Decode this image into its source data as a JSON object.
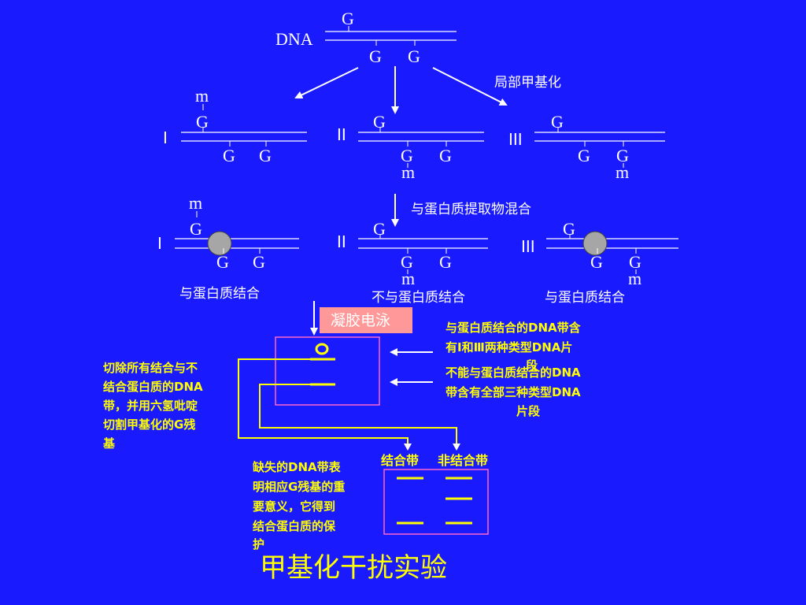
{
  "top": {
    "label": "DNA",
    "g": "G"
  },
  "marks": {
    "g": "G",
    "m": "m"
  },
  "roman": {
    "i": "I",
    "ii": "II",
    "iii": "III"
  },
  "labels": {
    "partial_methylation": "局部甲基化",
    "mix_protein": "与蛋白质提取物混合",
    "bound1": "与蛋白质结合",
    "unbound": "不与蛋白质结合",
    "bound3": "与蛋白质结合",
    "gel_button": "凝胶电泳",
    "note_bound_band": [
      "与蛋白质结合的DNA带含",
      "有Ⅰ和Ⅲ两种类型DNA片",
      "段"
    ],
    "note_unbound_band": [
      "不能与蛋白质结合的DNA",
      "带含有全部三种类型DNA",
      "片段"
    ],
    "note_cut": [
      "切除所有结合与不",
      "结合蛋白质的DNA",
      "带，并用六氢吡啶",
      "切割甲基化的G残",
      "基"
    ],
    "bound_lane": "结合带",
    "unbound_lane": "非结合带",
    "note_missing": [
      "缺失的DNA带表",
      "明相应G残基的重",
      "要意义，它得到",
      "结合蛋白质的保",
      "护"
    ],
    "title": "甲基化干扰实验"
  },
  "colors": {
    "background": "#1a1aff",
    "text": "#ffffff",
    "accent": "#ffff00",
    "gel_button": "#ff9999",
    "protein": "#a6a6a6"
  }
}
